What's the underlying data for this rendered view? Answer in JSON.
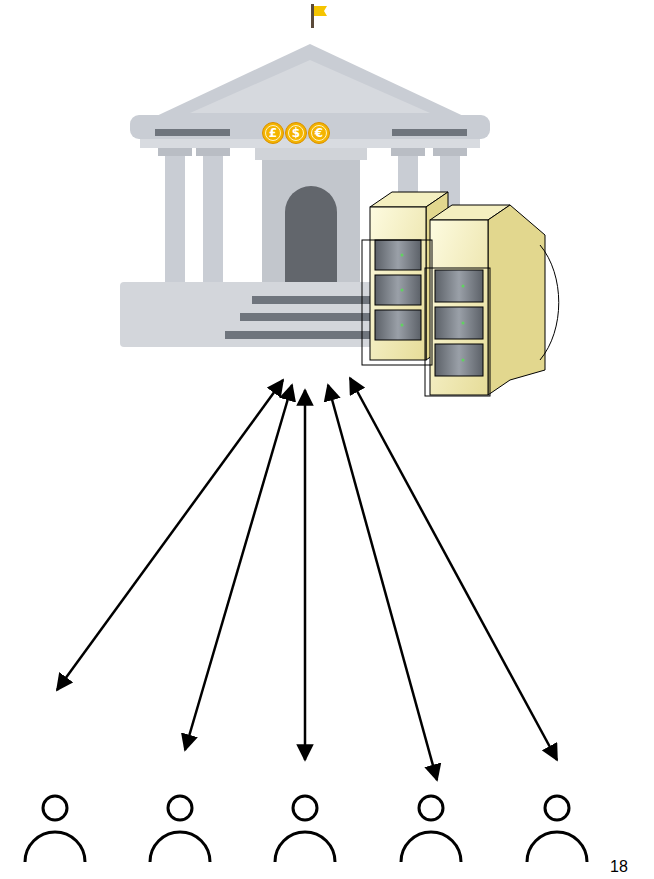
{
  "diagram": {
    "nodes": [
      {
        "text": [
          "£"
        ]
      },
      {
        "text": [
          "$"
        ]
      },
      {
        "text": [
          "€"
        ]
      }
    ],
    "labels": [
      "18"
    ]
  }
}
